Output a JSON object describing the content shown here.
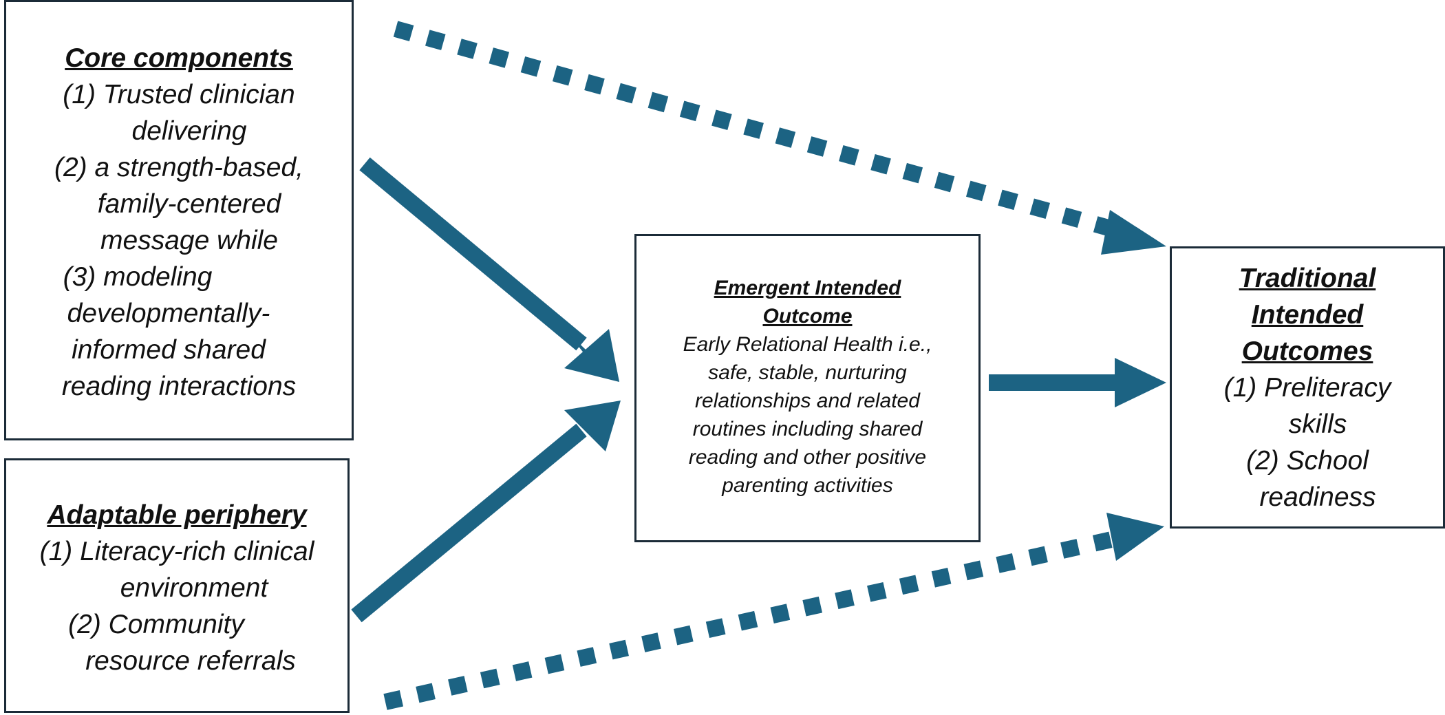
{
  "colors": {
    "arrow": "#1c6383",
    "border": "#1b2b38",
    "text": "#111111"
  },
  "core": {
    "heading": "Core components",
    "lines": [
      "(1) Trusted clinician",
      "delivering",
      "(2) a strength-based,",
      "family-centered",
      "message while",
      "(3) modeling",
      "developmentally-",
      "informed shared",
      "reading interactions"
    ]
  },
  "periphery": {
    "heading": "Adaptable periphery",
    "lines": [
      "(1) Literacy-rich clinical",
      "environment",
      "(2) Community",
      "resource referrals"
    ]
  },
  "emergent": {
    "heading_lines": [
      "Emergent Intended",
      "Outcome"
    ],
    "lines": [
      "Early Relational Health i.e.,",
      "safe, stable, nurturing",
      "relationships and related",
      "routines including shared",
      "reading and other positive",
      "parenting activities"
    ]
  },
  "traditional": {
    "heading_lines": [
      "Traditional",
      "Intended",
      "Outcomes"
    ],
    "lines": [
      "(1) Preliteracy",
      "skills",
      "(2) School",
      "readiness"
    ]
  }
}
